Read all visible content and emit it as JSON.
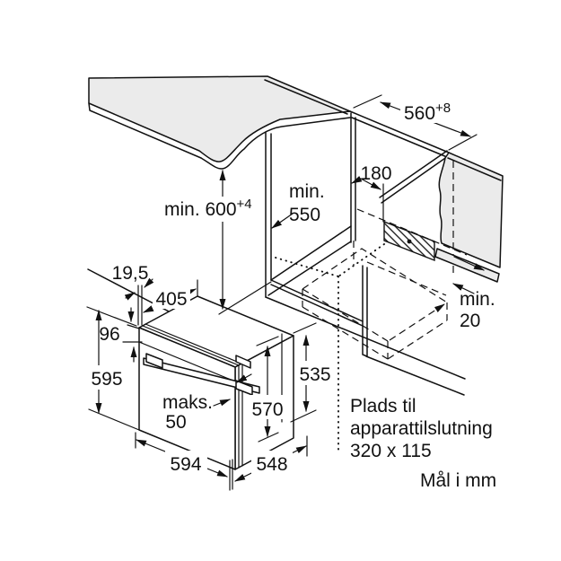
{
  "diagram": {
    "kind": "built-in oven installation drawing",
    "colors": {
      "line": "#111111",
      "panel_gray": "#ebebeb",
      "background": "#ffffff"
    },
    "labels": {
      "niche_height": {
        "main": "min. 600",
        "sup": "+4"
      },
      "niche_depth": {
        "line1": "min.",
        "line2": "550"
      },
      "rear_clearance": "180",
      "niche_width": {
        "main": "560",
        "sup": "+8"
      },
      "rear_gap": {
        "line1": "min.",
        "line2": "20"
      },
      "frame_gap": "19,5",
      "top_depth": "405",
      "panel_height": "96",
      "oven_height": "595",
      "handle_max": {
        "line1": "maks.",
        "line2": "50"
      },
      "body_height_inner": "570",
      "body_height": "535",
      "oven_width": "594",
      "body_depth": "548",
      "connection_note": {
        "line1": "Plads til",
        "line2": "apparattilslutning",
        "line3": "320 x 115"
      },
      "units_note": "Mål i mm"
    }
  }
}
